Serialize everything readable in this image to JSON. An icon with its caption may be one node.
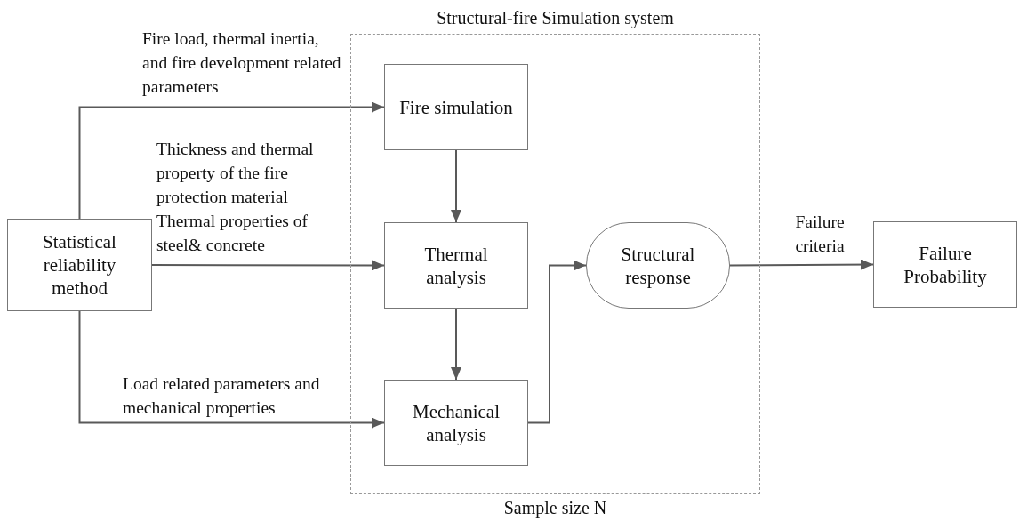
{
  "diagram": {
    "nodes": [
      {
        "text": [
          "Structural-fire Simulation system"
        ],
        "beside": [
          "Sample size N"
        ]
      },
      {
        "text": [
          "Statistical reliability method"
        ]
      },
      {
        "text": [
          "Fire simulation"
        ],
        "in": 0
      },
      {
        "text": [
          "Thermal analysis"
        ],
        "in": 0
      },
      {
        "text": [
          "Mechanical analysis"
        ],
        "in": 0
      },
      {
        "text": [
          "Structural response"
        ],
        "in": 0
      },
      {
        "text": [
          "Failure Probability"
        ]
      }
    ],
    "edges": [
      {
        "from": 1,
        "to": 2,
        "arrow": "to",
        "label": "Fire load, thermal inertia, and fire development related parameters"
      },
      {
        "from": 1,
        "to": 3,
        "arrow": "to",
        "label": "Thickness and thermal property of the fire protection material Thermal properties of steel& concrete"
      },
      {
        "from": 1,
        "to": 4,
        "arrow": "to",
        "label": "Load related parameters and mechanical properties"
      },
      {
        "from": 2,
        "to": 3,
        "arrow": "to"
      },
      {
        "from": 3,
        "to": 4,
        "arrow": "to"
      },
      {
        "from": 4,
        "to": 5,
        "arrow": "to"
      },
      {
        "from": 5,
        "to": 6,
        "arrow": "to",
        "label": "Failure criteria"
      }
    ]
  }
}
